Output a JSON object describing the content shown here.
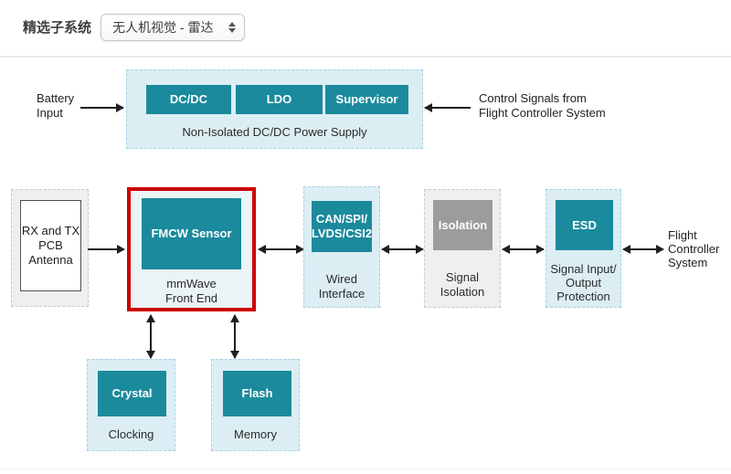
{
  "page": {
    "title_label": "精选子系统",
    "subsystem_select": {
      "value": "无人机视觉 - 雷达"
    }
  },
  "icons": {
    "select_stepper": "up-down-arrows"
  },
  "colors": {
    "teal_block": "#1b8a9d",
    "gray_block": "#9c9c9c",
    "panel_blue_bg": "#dceef3",
    "panel_blue_border": "#a5d4e2",
    "panel_gray_bg": "#efefef",
    "panel_gray_border": "#c9c9c9",
    "highlight_red": "#cc0000",
    "arrow": "#1f1f1f"
  },
  "diagram": {
    "power_supply": {
      "chips": [
        "DC/DC",
        "LDO",
        "Supervisor"
      ],
      "caption": "Non-Isolated DC/DC Power Supply"
    },
    "battery_input": [
      "Battery",
      "Input"
    ],
    "control_signals": [
      "Control Signals from",
      "Flight Controller System"
    ],
    "antenna": [
      "RX and TX",
      "PCB",
      "Antenna"
    ],
    "mmwave": {
      "chip": "FMCW Sensor",
      "caption": [
        "mmWave",
        "Front End"
      ]
    },
    "wired_interface": {
      "chip": [
        "CAN/SPI/",
        "LVDS/CSI2"
      ],
      "caption": [
        "Wired",
        "Interface"
      ]
    },
    "signal_isolation": {
      "chip": "Isolation",
      "caption": [
        "Signal",
        "Isolation"
      ]
    },
    "io_protection": {
      "chip": "ESD",
      "caption": [
        "Signal Input/",
        "Output",
        "Protection"
      ]
    },
    "flight_controller": [
      "Flight",
      "Controller",
      "System"
    ],
    "clocking": {
      "chip": "Crystal",
      "caption": "Clocking"
    },
    "memory": {
      "chip": "Flash",
      "caption": "Memory"
    }
  }
}
